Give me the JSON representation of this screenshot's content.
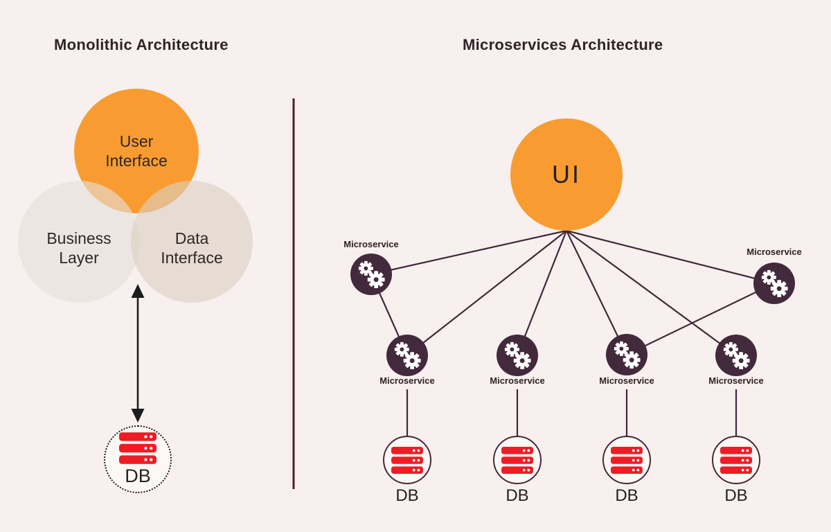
{
  "colors": {
    "background": "#f7f0ee",
    "accent_orange": "#f89c31",
    "node_purple": "#43293c",
    "connector_dark": "#40263a",
    "database_red": "#ee1c25",
    "text_dark": "#2e2428"
  },
  "icons": {
    "microservice": "gears-icon",
    "database": "server-stack-icon",
    "monolith_link": "double-arrow-icon"
  },
  "left_panel": {
    "title": "Monolithic Architecture",
    "venn": {
      "user_interface": "User\nInterface",
      "business_layer": "Business\nLayer",
      "data_interface": "Data\nInterface"
    },
    "database": {
      "label": "DB"
    }
  },
  "right_panel": {
    "title": "Microservices Architecture",
    "ui": {
      "label": "UI"
    },
    "microservices": [
      {
        "id": "top-left",
        "label": "Microservice"
      },
      {
        "id": "top-right",
        "label": "Microservice"
      },
      {
        "id": "bottom-1",
        "label": "Microservice"
      },
      {
        "id": "bottom-2",
        "label": "Microservice"
      },
      {
        "id": "bottom-3",
        "label": "Microservice"
      },
      {
        "id": "bottom-4",
        "label": "Microservice"
      }
    ],
    "databases": [
      {
        "label": "DB"
      },
      {
        "label": "DB"
      },
      {
        "label": "DB"
      },
      {
        "label": "DB"
      }
    ]
  }
}
